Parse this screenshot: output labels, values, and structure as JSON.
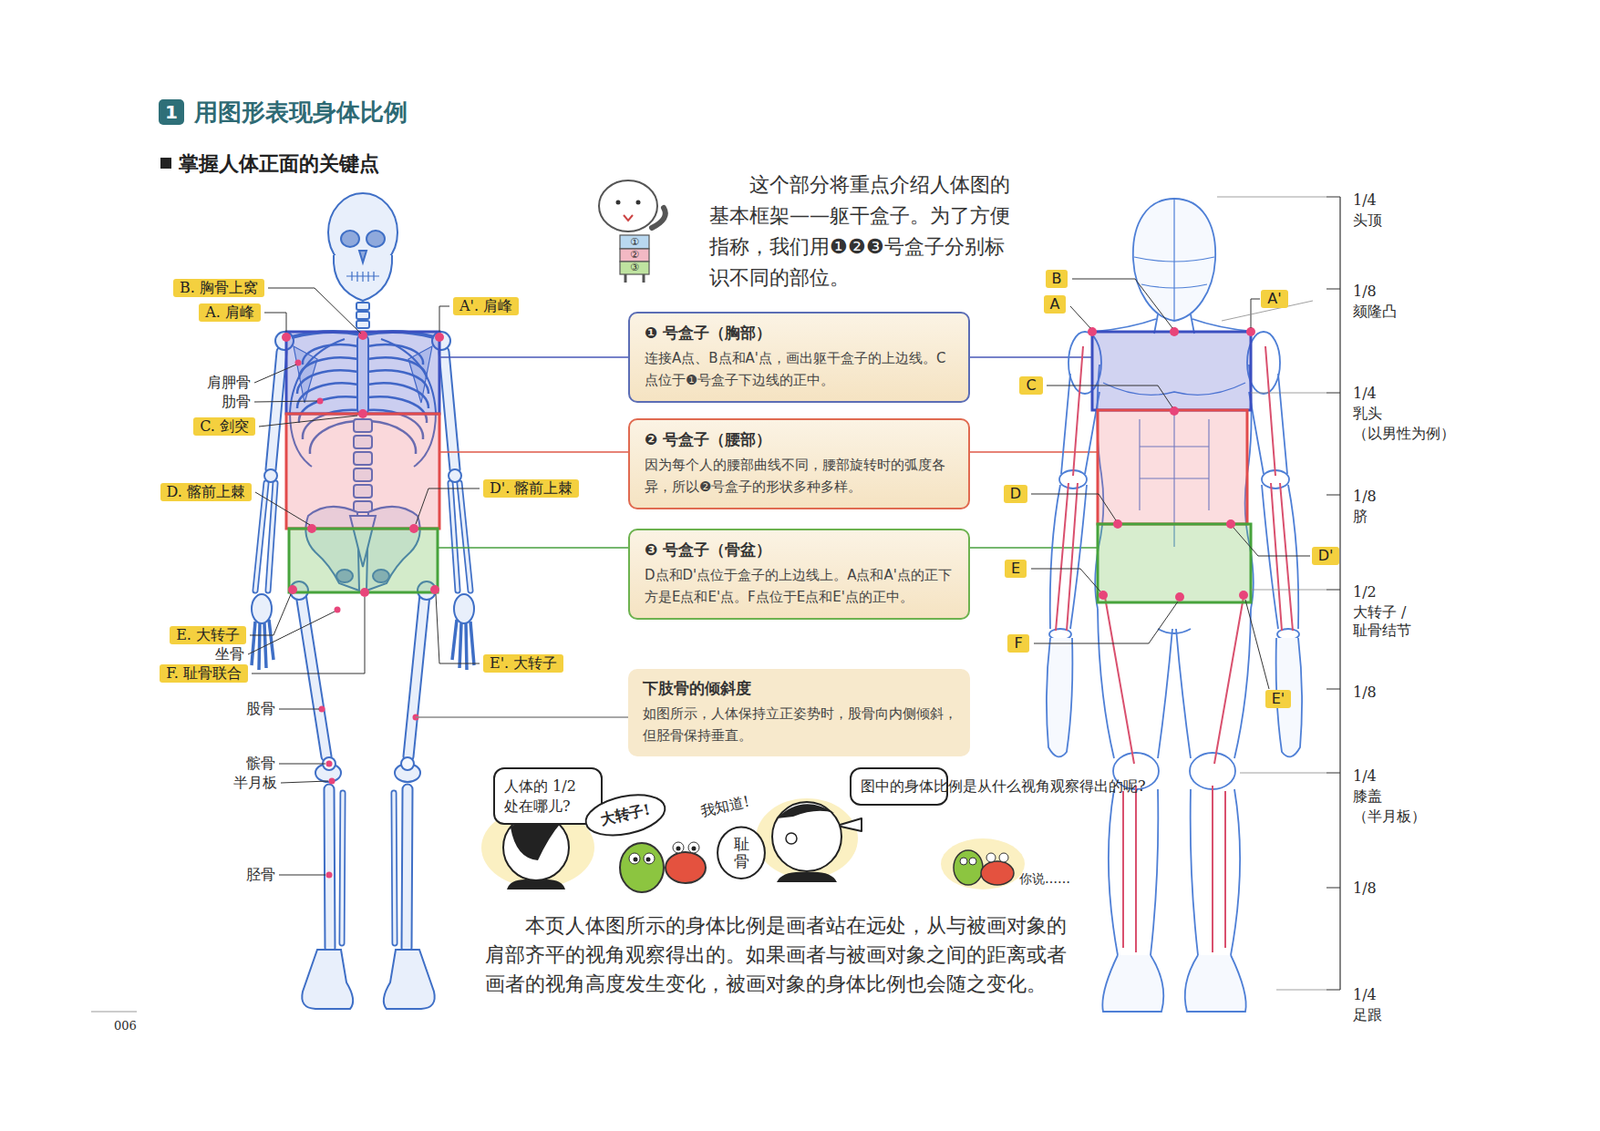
{
  "diagram": {
    "title": "用图形表现身体比例",
    "nodes": [
      {
        "text": [
          "❶ 号盒子（胸部）",
          "连接A点、B点和A'点，画出躯干盒子的上边线。C点位于❶号盒子下边线的正中。"
        ]
      },
      {
        "text": [
          "❷ 号盒子（腰部）",
          "因为每个人的腰部曲线不同，腰部旋转时的弧度各异，所以❷号盒子的形状多种多样。"
        ]
      },
      {
        "text": [
          "❸ 号盒子（骨盆）",
          "D点和D'点位于盒子的上边线上。A点和A'点的正下方是E点和E'点。F点位于E点和E'点的正中。"
        ]
      },
      {
        "text": [
          "下肢骨的倾斜度",
          "如图所示，人体保持立正姿势时，股骨向内侧倾斜，但胫骨保持垂直。"
        ]
      },
      {
        "text": [
          "人体的 1/2 处在哪儿?"
        ]
      },
      {
        "text": [
          "大转子!"
        ]
      },
      {
        "text": [
          "耻骨"
        ]
      },
      {
        "text": [
          "图中的身体比例是从什么视角观察得出的呢?"
        ]
      }
    ],
    "labels": [
      "1",
      "掌握人体正面的关键点",
      "这个部分将重点介绍人体图的基本框架——躯干盒子。为了方便指称，我们用❶❷❸号盒子分别标识不同的部位。",
      "①",
      "②",
      "③",
      "B. 胸骨上窝",
      "A. 肩峰",
      "A'. 肩峰",
      "肩胛骨",
      "肋骨",
      "C. 剑突",
      "D. 髂前上棘",
      "D'. 髂前上棘",
      "E. 大转子",
      "坐骨",
      "F. 耻骨联合",
      "E'. 大转子",
      "股骨",
      "髌骨",
      "半月板",
      "胫骨",
      "B",
      "A",
      "A'",
      "C",
      "D",
      "D'",
      "E",
      "F",
      "E'",
      "1/4",
      "头顶",
      "1/8",
      "颏隆凸",
      "1/4",
      "乳头",
      "（以男性为例）",
      "1/8",
      "脐",
      "1/2",
      "大转子 / 耻骨结节",
      "1/8",
      "1/4",
      "膝盖",
      "（半月板）",
      "1/8",
      "1/4",
      "足跟",
      "我知道!",
      "你说……",
      "本页人体图所示的身体比例是画者站在远处，从与被画对象的肩部齐平的视角观察得出的。如果画者与被画对象之间的距离或者画者的视角高度发生变化，被画对象的身体比例也会随之变化。",
      "006"
    ]
  }
}
